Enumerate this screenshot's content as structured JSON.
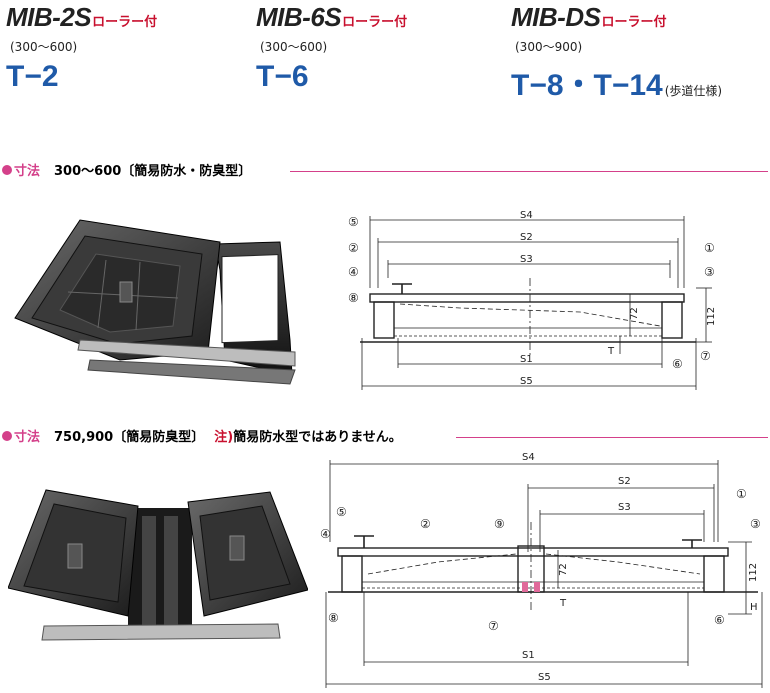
{
  "models": [
    {
      "name": "MIB-2S",
      "suffix": "ローラー付",
      "range": "(300〜600)",
      "load": "T−2",
      "note": ""
    },
    {
      "name": "MIB-6S",
      "suffix": "ローラー付",
      "range": "(300〜600)",
      "load": "T−6",
      "note": ""
    },
    {
      "name": "MIB-DS",
      "suffix": "ローラー付",
      "range": "(300〜900)",
      "load": "T−8・T−14",
      "note": "(歩道仕様)"
    }
  ],
  "section1": {
    "label": "寸法",
    "desc": "300〜600〔簡易防水・防臭型〕",
    "dims": {
      "s4": "S4",
      "s2": "S2",
      "s3": "S3",
      "s1": "S1",
      "s5": "S5",
      "h72": "72",
      "h112": "112",
      "t": "T"
    },
    "callouts": {
      "c1": "①",
      "c2": "②",
      "c3": "③",
      "c4": "④",
      "c5": "⑤",
      "c6": "⑥",
      "c7": "⑦",
      "c8": "⑧"
    }
  },
  "section2": {
    "label": "寸法",
    "desc": "750,900〔簡易防臭型〕",
    "note_mark": "注)",
    "note_text": "簡易防水型ではありません。",
    "dims": {
      "s4": "S4",
      "s2": "S2",
      "s3": "S3",
      "s1": "S1",
      "s5": "S5",
      "h72": "72",
      "h112": "112",
      "t": "T",
      "h": "H"
    },
    "callouts": {
      "c1": "①",
      "c2": "②",
      "c3": "③",
      "c4": "④",
      "c5": "⑤",
      "c6": "⑥",
      "c7": "⑦",
      "c8": "⑧",
      "c9": "⑨"
    }
  },
  "colors": {
    "accent": "#d4408a",
    "load": "#1f5aa8",
    "red": "#c8102e"
  }
}
